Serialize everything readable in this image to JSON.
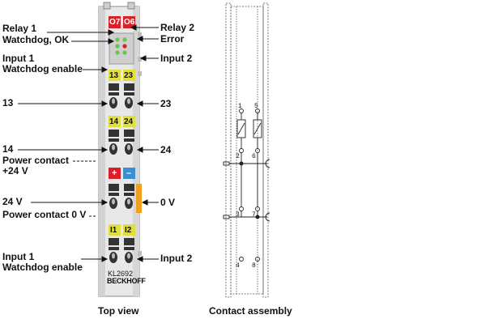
{
  "left_labels": {
    "relay1": "Relay 1",
    "watchdog_ok": "Watchdog, OK",
    "input1_top": "Input 1",
    "watchdog_enable_top": "Watchdog enable",
    "l13": "13",
    "l14": "14",
    "power_contact_24v_a": "Power contact",
    "power_contact_24v_b": "+24 V",
    "l24v": "24 V",
    "power_contact_0v": "Power contact 0 V",
    "input1_bottom": "Input 1",
    "watchdog_enable_bottom": "Watchdog enable"
  },
  "right_labels": {
    "relay2": "Relay 2",
    "error": "Error",
    "input2_top": "Input 2",
    "r23": "23",
    "r24": "24",
    "r0v": "0 V",
    "input2_bottom": "Input 2"
  },
  "module": {
    "led_left": "O7",
    "led_right": "O6",
    "label_13": "13",
    "label_23": "23",
    "label_14": "14",
    "label_24": "24",
    "label_plus": "+",
    "label_minus": "–",
    "label_i1": "I1",
    "label_i2": "I2",
    "model": "KL2692",
    "brand": "BECKHOFF"
  },
  "contacts": {
    "n1": "1",
    "n5": "5",
    "n2": "2",
    "n6": "6",
    "n3": "3",
    "n7": "7",
    "n4": "4",
    "n8": "8"
  },
  "captions": {
    "top_view": "Top view",
    "contact_assembly": "Contact assembly"
  },
  "colors": {
    "red_led": "#d8202a",
    "yellow_label": "#e0df3c",
    "blue_label": "#3b8fd0",
    "orange_strip": "#f0a020",
    "body_gray": "#e6e6e6"
  }
}
